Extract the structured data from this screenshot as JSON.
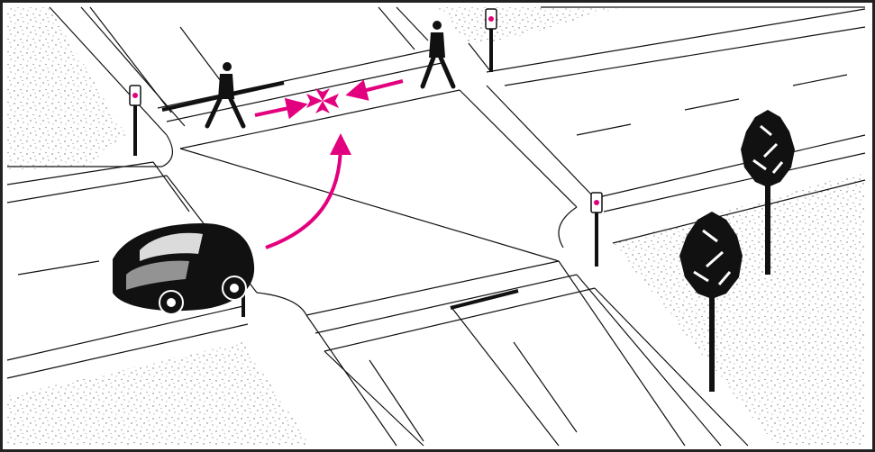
{
  "scene": {
    "subject": "intersection-conflict-illustration",
    "elements": {
      "pedestrians": 2,
      "cars": 1,
      "signal_posts": 4,
      "trees": 2
    }
  },
  "colors": {
    "ink": "#111111",
    "paper": "#ffffff",
    "accent": "#e3007e",
    "border": "#222222",
    "speckle": "#6a6a6a"
  },
  "icons": {
    "conflict_marker": "collision-burst-icon"
  }
}
